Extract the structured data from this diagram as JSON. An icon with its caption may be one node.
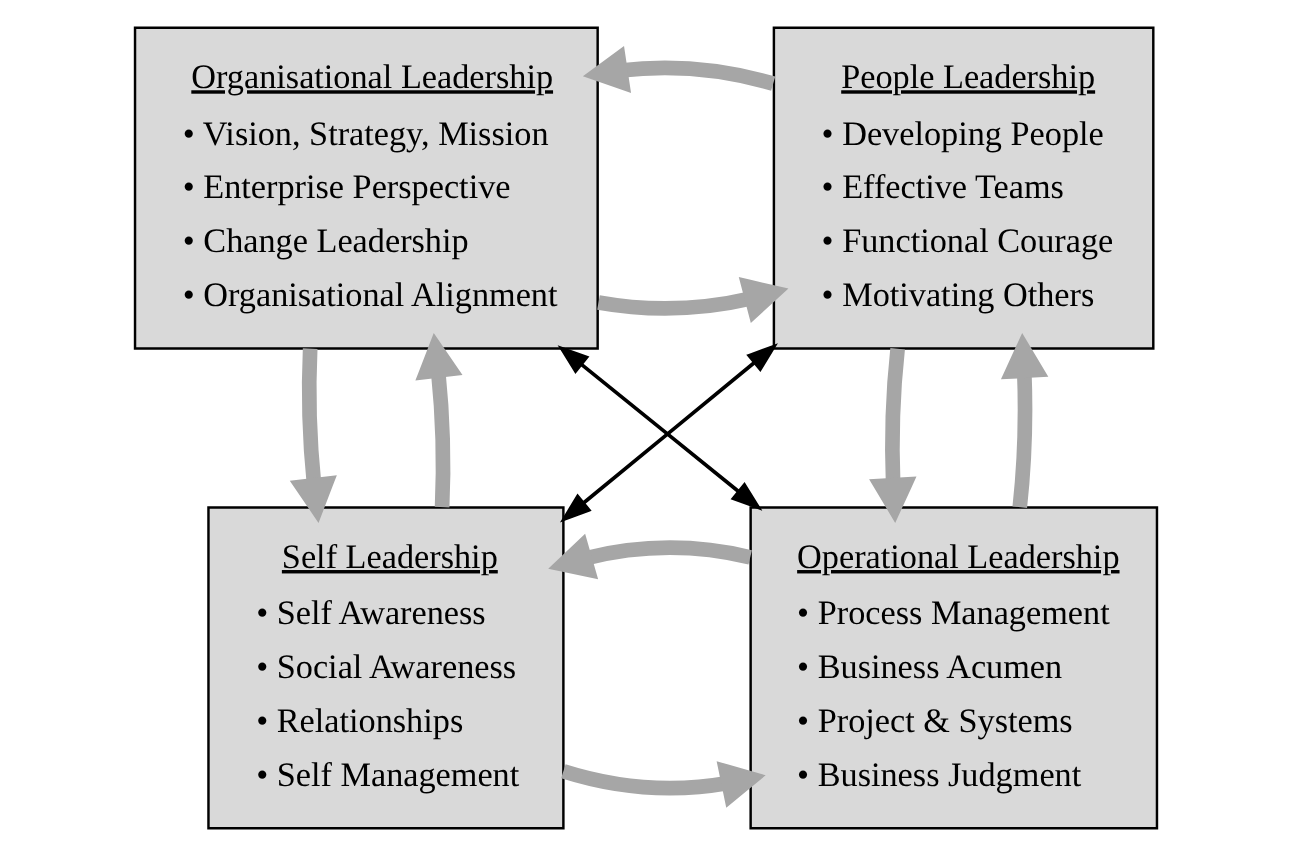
{
  "diagram": {
    "nodes": [
      {
        "text": [
          "Organisational Leadership",
          "• Vision, Strategy, Mission",
          "• Enterprise Perspective",
          "• Change Leadership",
          "• Organisational Alignment"
        ]
      },
      {
        "text": [
          "People Leadership",
          "• Developing People",
          "• Effective Teams",
          "• Functional Courage",
          "• Motivating Others"
        ]
      },
      {
        "text": [
          "Self Leadership",
          "• Self Awareness",
          "• Social Awareness",
          "• Relationships",
          "• Self Management"
        ]
      },
      {
        "text": [
          "Operational Leadership",
          "• Process Management",
          "• Business Acumen",
          "• Project & Systems",
          "• Business Judgment"
        ]
      }
    ],
    "edges": [
      {
        "from": 0,
        "to": 1,
        "arrow": "to"
      },
      {
        "from": 1,
        "to": 0,
        "arrow": "to"
      },
      {
        "from": 0,
        "to": 2,
        "arrow": "to"
      },
      {
        "from": 2,
        "to": 0,
        "arrow": "to"
      },
      {
        "from": 1,
        "to": 3,
        "arrow": "to"
      },
      {
        "from": 3,
        "to": 1,
        "arrow": "to"
      },
      {
        "from": 2,
        "to": 3,
        "arrow": "to"
      },
      {
        "from": 3,
        "to": 2,
        "arrow": "to"
      },
      {
        "from": 0,
        "to": 3,
        "arrow": "both",
        "color": "#000000"
      },
      {
        "from": 2,
        "to": 1,
        "arrow": "both",
        "color": "#000000"
      }
    ]
  }
}
